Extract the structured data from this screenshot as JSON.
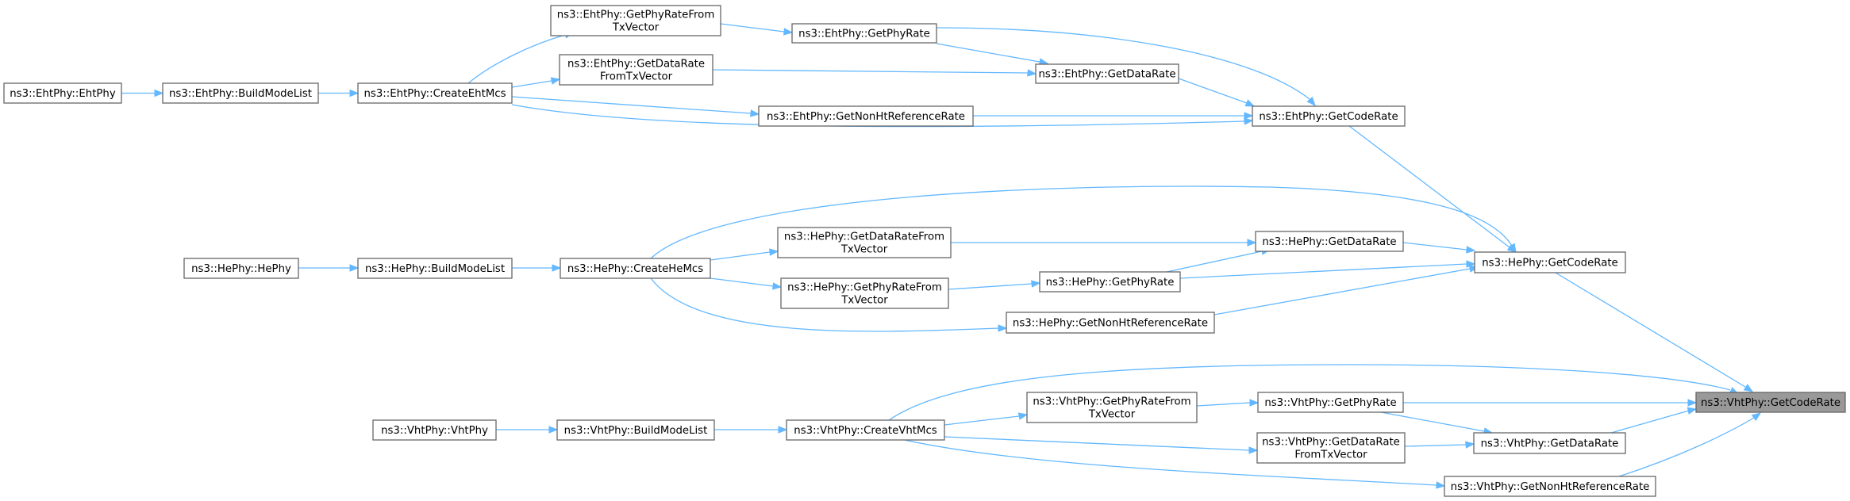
{
  "colors": {
    "edge": "#63b8ff",
    "node_border": "#666666",
    "node_fill": "#ffffff",
    "highlight_fill": "#999999"
  },
  "nodes": {
    "eht_ctor": "ns3::EhtPhy::EhtPhy",
    "eht_build": "ns3::EhtPhy::BuildModeList",
    "eht_create": "ns3::EhtPhy::CreateEhtMcs",
    "eht_phyrate_tx": [
      "ns3::EhtPhy::GetPhyRateFrom",
      "TxVector"
    ],
    "eht_datarate_tx": [
      "ns3::EhtPhy::GetDataRate",
      "FromTxVector"
    ],
    "eht_phyrate": "ns3::EhtPhy::GetPhyRate",
    "eht_datarate": "ns3::EhtPhy::GetDataRate",
    "eht_nonht": "ns3::EhtPhy::GetNonHtReferenceRate",
    "eht_code": "ns3::EhtPhy::GetCodeRate",
    "he_ctor": "ns3::HePhy::HePhy",
    "he_build": "ns3::HePhy::BuildModeList",
    "he_create": "ns3::HePhy::CreateHeMcs",
    "he_datarate_tx": [
      "ns3::HePhy::GetDataRateFrom",
      "TxVector"
    ],
    "he_phyrate_tx": [
      "ns3::HePhy::GetPhyRateFrom",
      "TxVector"
    ],
    "he_datarate": "ns3::HePhy::GetDataRate",
    "he_phyrate": "ns3::HePhy::GetPhyRate",
    "he_nonht": "ns3::HePhy::GetNonHtReferenceRate",
    "he_code": "ns3::HePhy::GetCodeRate",
    "vht_ctor": "ns3::VhtPhy::VhtPhy",
    "vht_build": "ns3::VhtPhy::BuildModeList",
    "vht_create": "ns3::VhtPhy::CreateVhtMcs",
    "vht_phyrate_tx": [
      "ns3::VhtPhy::GetPhyRateFrom",
      "TxVector"
    ],
    "vht_datarate_tx": [
      "ns3::VhtPhy::GetDataRate",
      "FromTxVector"
    ],
    "vht_phyrate": "ns3::VhtPhy::GetPhyRate",
    "vht_datarate": "ns3::VhtPhy::GetDataRate",
    "vht_nonht": "ns3::VhtPhy::GetNonHtReferenceRate",
    "vht_code": "ns3::VhtPhy::GetCodeRate"
  },
  "highlighted": "vht_code"
}
